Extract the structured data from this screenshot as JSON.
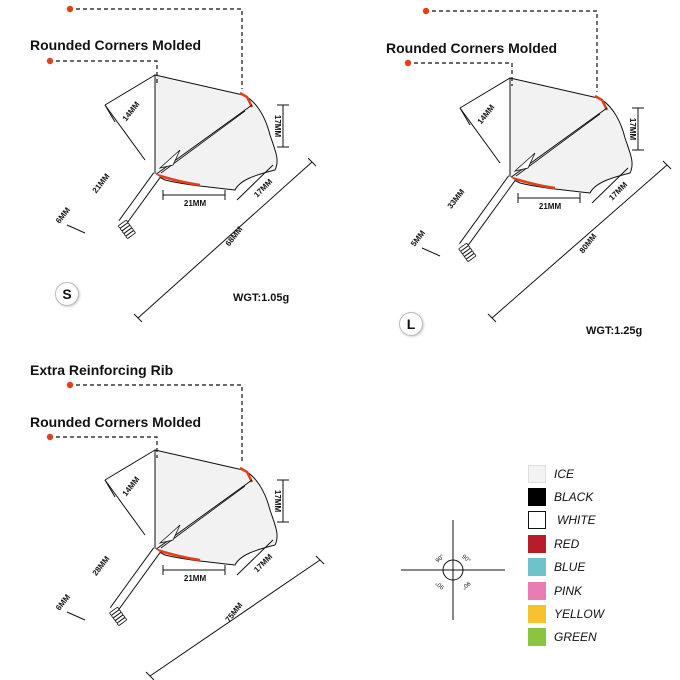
{
  "diagrams": [
    {
      "id": "s",
      "labels": {
        "rib": "",
        "corners": "Rounded Corners Molded"
      },
      "badge": "S",
      "weight": "WGT:1.05g",
      "dims": {
        "width_top": "14MM",
        "shaft": "21MM",
        "dia": "6MM",
        "base": "21MM",
        "edge": "17MM",
        "height": "17MM",
        "total": "68MM"
      }
    },
    {
      "id": "l",
      "labels": {
        "rib": "",
        "corners": "Rounded Corners Molded"
      },
      "badge": "L",
      "weight": "WGT:1.25g",
      "dims": {
        "width_top": "14MM",
        "shaft": "33MM",
        "dia": "5MM",
        "base": "21MM",
        "edge": "17MM",
        "height": "17MM",
        "total": "80MM"
      }
    },
    {
      "id": "m",
      "labels": {
        "rib": "Extra Reinforcing Rib",
        "corners": "Rounded Corners Molded"
      },
      "badge": "",
      "weight": "",
      "dims": {
        "width_top": "14MM",
        "shaft": "28MM",
        "dia": "6MM",
        "base": "21MM",
        "edge": "17MM",
        "height": "17MM",
        "total": "75MM"
      }
    }
  ],
  "angle_labels": [
    "90°",
    "90°",
    "90°",
    "90°"
  ],
  "legend": [
    {
      "name": "ICE",
      "color": "#f3f3f3"
    },
    {
      "name": "BLACK",
      "color": "#000000"
    },
    {
      "name": "WHITE",
      "color": "#ffffff"
    },
    {
      "name": "RED",
      "color": "#b71c2a"
    },
    {
      "name": "BLUE",
      "color": "#6fc1cc"
    },
    {
      "name": "PINK",
      "color": "#e97cb2"
    },
    {
      "name": "YELLOW",
      "color": "#f8c12f"
    },
    {
      "name": "GREEN",
      "color": "#8ac53f"
    }
  ],
  "colors": {
    "accent": "#e0401a",
    "line": "#111111"
  }
}
